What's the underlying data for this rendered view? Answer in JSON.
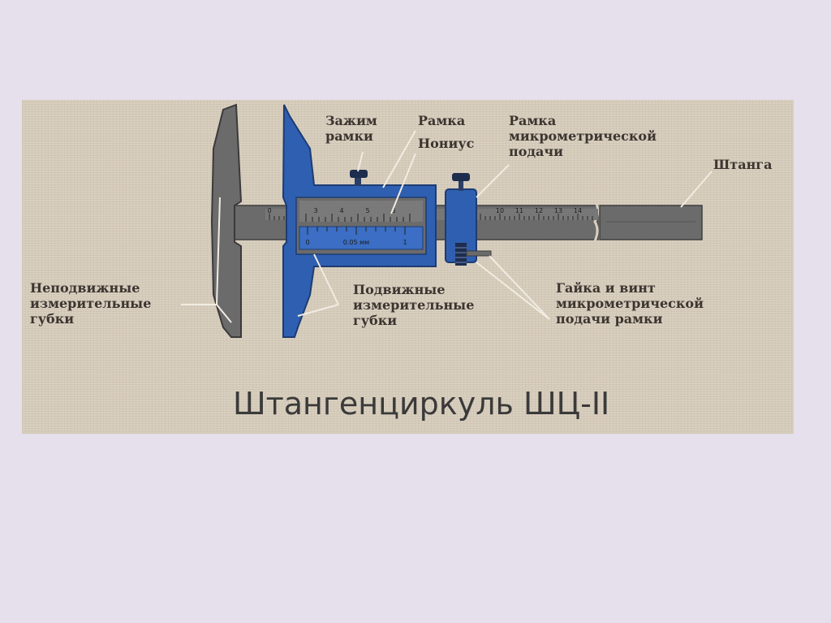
{
  "labels": {
    "clamp": [
      "Зажим",
      "рамки"
    ],
    "frame": "Рамка",
    "vernier": "Нониус",
    "micro_frame": [
      "Рамка",
      "микрометрической",
      "подачи"
    ],
    "bar": "Штанга",
    "fixed_jaws": [
      "Неподвижные",
      "измерительные",
      "губки"
    ],
    "moving_jaws": [
      "Подвижные",
      "измерительные",
      "губки"
    ],
    "nut_screw": [
      "Гайка и винт",
      "микрометрической",
      "подачи рамки"
    ]
  },
  "caption": "Штангенциркуль ШЦ-II",
  "scale": {
    "main_numbers": [
      "0",
      "3",
      "4",
      "5",
      "6",
      "10",
      "11",
      "12",
      "13",
      "14"
    ],
    "vernier_numbers": [
      "0",
      "0.05 мм",
      "1"
    ]
  },
  "colors": {
    "background": "#e6e0ec",
    "paper": "#d9cfbf",
    "steel_gray": "#6b6b6b",
    "blue_frame": "#2f5fb0",
    "text": "#3c3530"
  }
}
